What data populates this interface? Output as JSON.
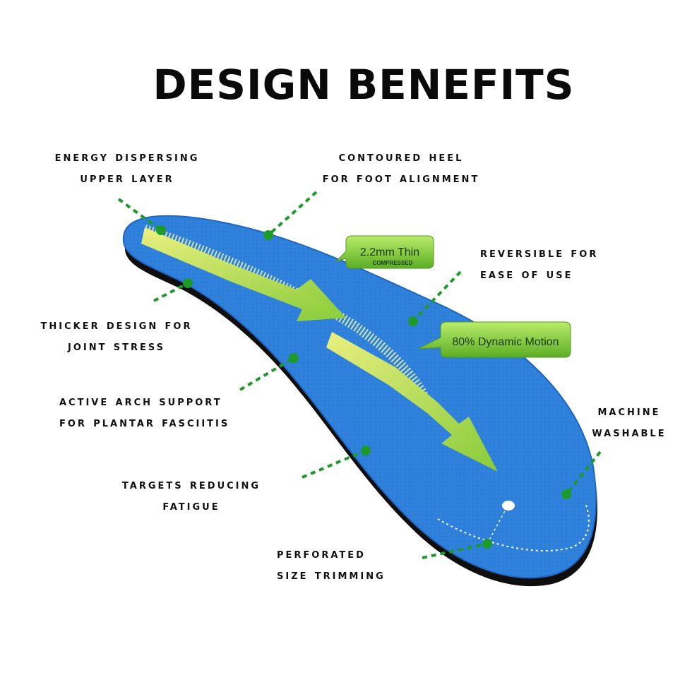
{
  "title": "DESIGN BENEFITS",
  "callouts": {
    "energy": {
      "line1": "ENERGY DISPERSING",
      "line2": "Upper Layer"
    },
    "heel": {
      "line1": "Contoured Heel",
      "line2": "for foot alignment"
    },
    "reversible": {
      "line1": "REVERSIBLE FOR",
      "line2": "EASE OF USE"
    },
    "thicker": {
      "line1": "THICKER DESIGN FOR",
      "line2": "JOINT STRESS"
    },
    "arch": {
      "line1": "ACTIVE ARCH SUPPORT",
      "line2": "FOR PLANTAR FASCIITIS"
    },
    "fatigue": {
      "line1": "TARGETS REDUCING",
      "line2": "FATIGUE"
    },
    "washable": {
      "line1": "MACHINE",
      "line2": "WASHABLE"
    },
    "trim": {
      "line1": "Perforated",
      "line2": "size trimming"
    }
  },
  "badges": {
    "thin": {
      "main": "2.2mm Thin",
      "sub": "COMPRESSED"
    },
    "motion": {
      "main": "80% Dynamic Motion"
    }
  },
  "colors": {
    "insole": "#2f7fd8",
    "insole_edge": "#1e64c0",
    "base": "#111111",
    "dot": "#1e9a2a",
    "badge": "#7cc23a",
    "arrow": "#b8e04a"
  }
}
